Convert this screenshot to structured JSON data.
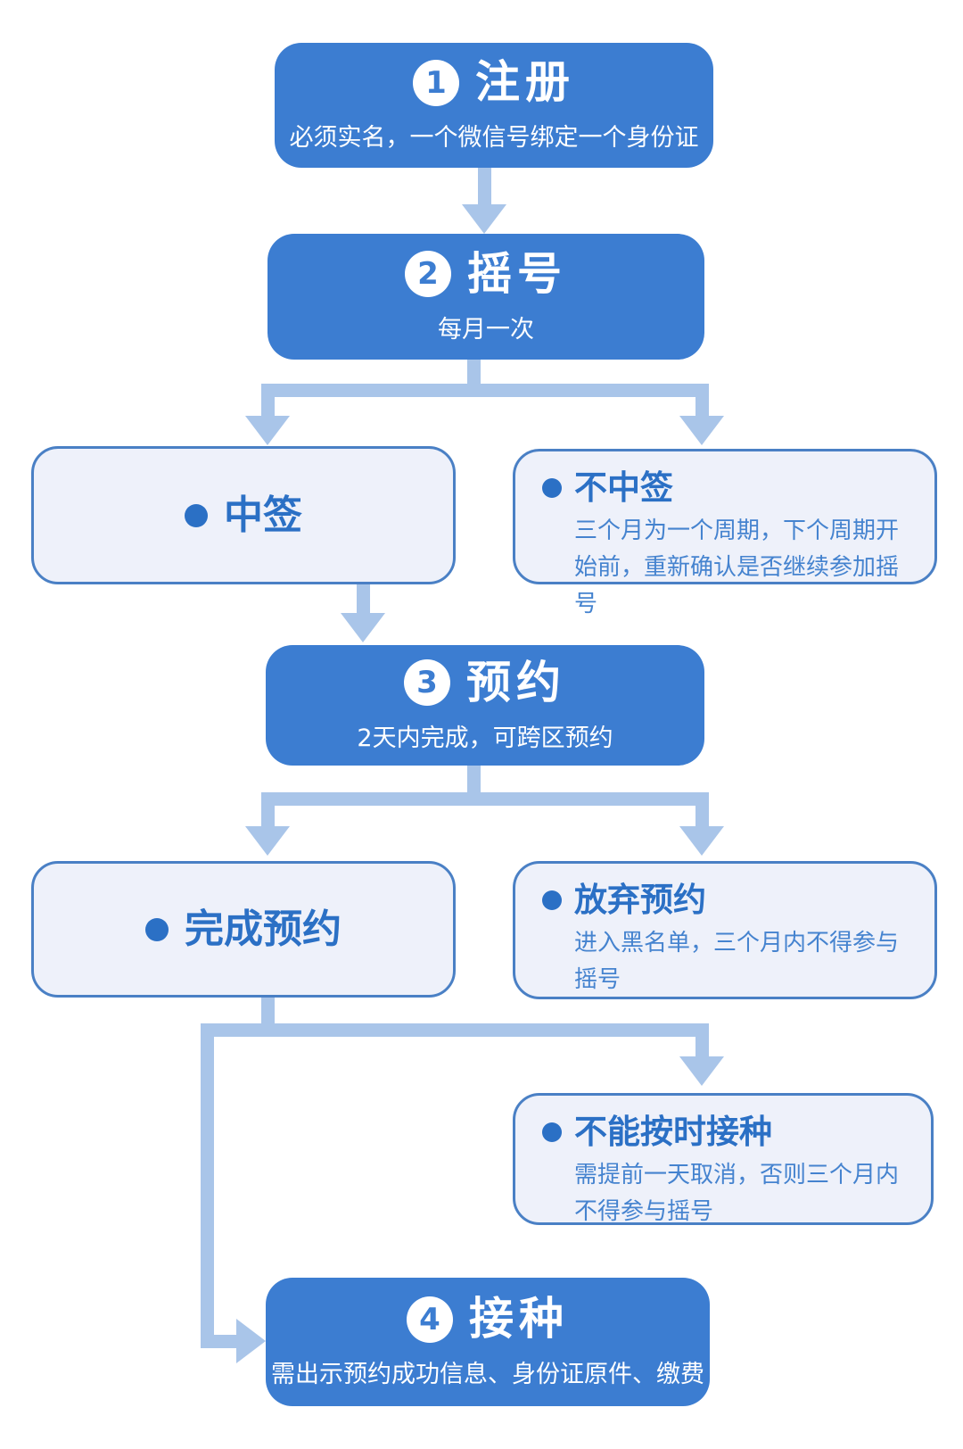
{
  "colors": {
    "step_box_blue": "#3c7dd1",
    "connector_blue": "#a9c5e9",
    "outcome_fill": "#eef1fa",
    "outcome_border": "#4a80c5",
    "outcome_title_blue": "#2b70c5",
    "outcome_body_blue": "#4583cf",
    "step_text": "#ffffff"
  },
  "steps": [
    {
      "number": "1",
      "title": "注册",
      "subtitle": "必须实名，一个微信号绑定一个身份证"
    },
    {
      "number": "2",
      "title": "摇号",
      "subtitle": "每月一次"
    },
    {
      "number": "3",
      "title": "预约",
      "subtitle": "2天内完成，可跨区预约"
    },
    {
      "number": "4",
      "title": "接种",
      "subtitle": "需出示预约成功信息、身份证原件、缴费"
    }
  ],
  "outcomes": [
    {
      "title": "中签",
      "body": ""
    },
    {
      "title": "不中签",
      "body": "三个月为一个周期，下个周期开始前，重新确认是否继续参加摇号"
    },
    {
      "title": "完成预约",
      "body": ""
    },
    {
      "title": "放弃预约",
      "body": "进入黑名单，三个月内不得参与摇号"
    },
    {
      "title": "不能按时接种",
      "body": "需提前一天取消，否则三个月内不得参与摇号"
    }
  ]
}
